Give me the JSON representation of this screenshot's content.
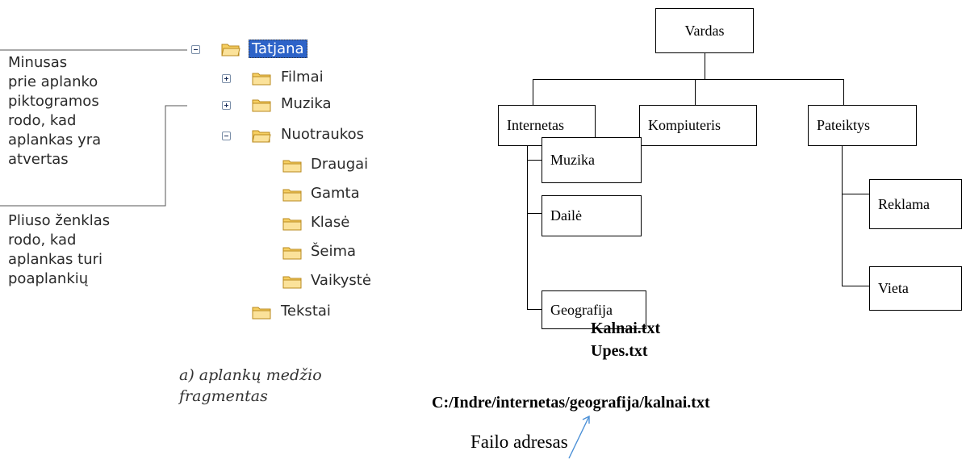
{
  "folder_tree": {
    "nodes": [
      {
        "label": "Tatjana",
        "expander": "minus",
        "selected": true
      },
      {
        "label": "Filmai",
        "expander": "plus"
      },
      {
        "label": "Muzika",
        "expander": "plus"
      },
      {
        "label": "Nuotraukos",
        "expander": "minus"
      },
      {
        "label": "Draugai"
      },
      {
        "label": "Gamta"
      },
      {
        "label": "Klasė"
      },
      {
        "label": "Šeima"
      },
      {
        "label": "Vaikystė"
      },
      {
        "label": "Tekstai"
      }
    ],
    "minus_note": "Minusas\nprie aplanko\npiktogramos\nrodo, kad\naplankas yra\natvertas",
    "plus_note": "Pliuso ženklas\nrodo, kad\naplankas turi\npoaplankių",
    "caption": "a) aplankų medžio\nfragmentas"
  },
  "hierarchy": {
    "root": "Vardas",
    "level1": [
      "Internetas",
      "Kompiuteris",
      "Pateiktys"
    ],
    "internetas_children": [
      "Muzika",
      "Dailė",
      "Geografija"
    ],
    "pateiktys_children": [
      "Reklama",
      "Vieta"
    ],
    "files": [
      "Kalnai.txt",
      "Upes.txt"
    ],
    "path": "C:/Indre/internetas/geografija/kalnai.txt",
    "path_label": "Failo adresas"
  },
  "colors": {
    "selection": "#2d63c8",
    "folder_fill": "#f6cf62",
    "arrow": "#4a8fd6"
  }
}
